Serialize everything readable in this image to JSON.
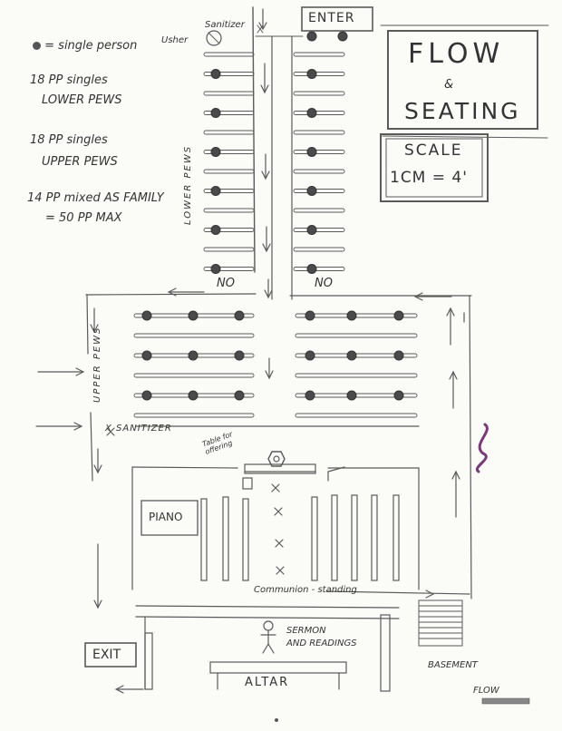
{
  "legend": {
    "marker_desc": "= single person",
    "line1a": "18 PP singles",
    "line1b": "LOWER PEWS",
    "line2a": "18 PP singles",
    "line2b": "UPPER PEWS",
    "line3a": "14 PP mixed AS FAMILY",
    "line3b": "= 50 PP MAX"
  },
  "title": {
    "line1": "FLOW",
    "amp": "&",
    "line2": "SEATING"
  },
  "scale": {
    "line1": "SCALE",
    "line2": "1CM = 4'"
  },
  "labels": {
    "usher": "Usher",
    "sanitizer_top": "Sanitizer",
    "enter": "ENTER",
    "lower_pews": "LOWER PEWS",
    "upper_pews": "UPPER PEWS",
    "no_left": "NO",
    "no_right": "NO",
    "sanitizer_mid": "X SANITIZER",
    "table_offering": "Table for offering",
    "piano": "PIANO",
    "communion": "Communion - standing",
    "sermon": "SERMON",
    "readings": "AND READINGS",
    "exit": "EXIT",
    "altar": "ALTAR",
    "basement": "BASEMENT",
    "flow_footer": "FLOW"
  }
}
